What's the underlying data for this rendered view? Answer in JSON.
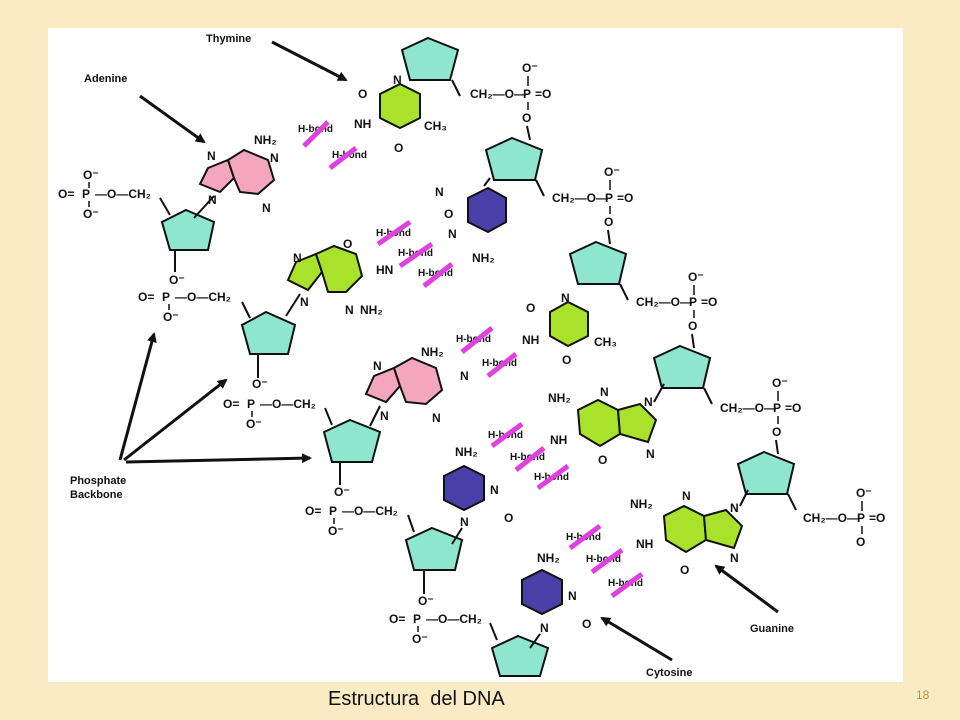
{
  "slide": {
    "caption": "Estructura  del DNA",
    "number": "18"
  },
  "diagram": {
    "labels": {
      "thymine": "Thymine",
      "adenine": "Adenine",
      "phosphate_line1": "Phosphate",
      "phosphate_line2": "Backbone",
      "guanine": "Guanine",
      "cytosine": "Cytosine"
    },
    "hbond_text": "H-bond",
    "atoms": {
      "n": "N",
      "o": "O",
      "nh": "NH",
      "nh2": "NH₂",
      "hn": "HN",
      "ch3": "CH₃",
      "ch2": "CH₂",
      "p": "P",
      "o_minus": "O⁻",
      "o_eq": "O=",
      "eq_o": "=O",
      "ch2_o": "CH₂—O—",
      "o_ch2": "—O—CH₂"
    },
    "colors": {
      "sugar": "#8fe6cf",
      "adenine": "#f4a6bf",
      "thymine": "#a8e22a",
      "guanine": "#a8e22a",
      "cytosine": "#4a3fa8",
      "hbond_mark": "#e040e0",
      "panel": "#ffffff",
      "background": "#fbebc4"
    }
  }
}
